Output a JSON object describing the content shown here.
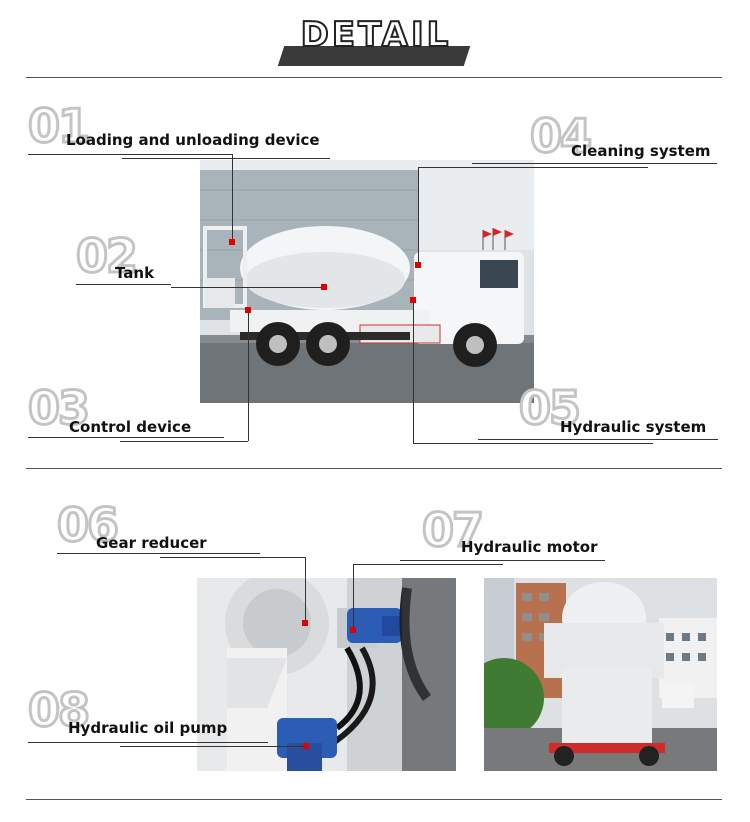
{
  "title": "DETAIL",
  "callouts": [
    {
      "num": "01",
      "label": "Loading and unloading device"
    },
    {
      "num": "02",
      "label": "Tank"
    },
    {
      "num": "03",
      "label": "Control device"
    },
    {
      "num": "04",
      "label": "Cleaning system"
    },
    {
      "num": "05",
      "label": "Hydraulic system"
    },
    {
      "num": "06",
      "label": "Gear reducer"
    },
    {
      "num": "07",
      "label": "Hydraulic motor"
    },
    {
      "num": "08",
      "label": "Hydraulic oil pump"
    }
  ],
  "colors": {
    "marker": "#e00000",
    "divider": "#555555"
  }
}
